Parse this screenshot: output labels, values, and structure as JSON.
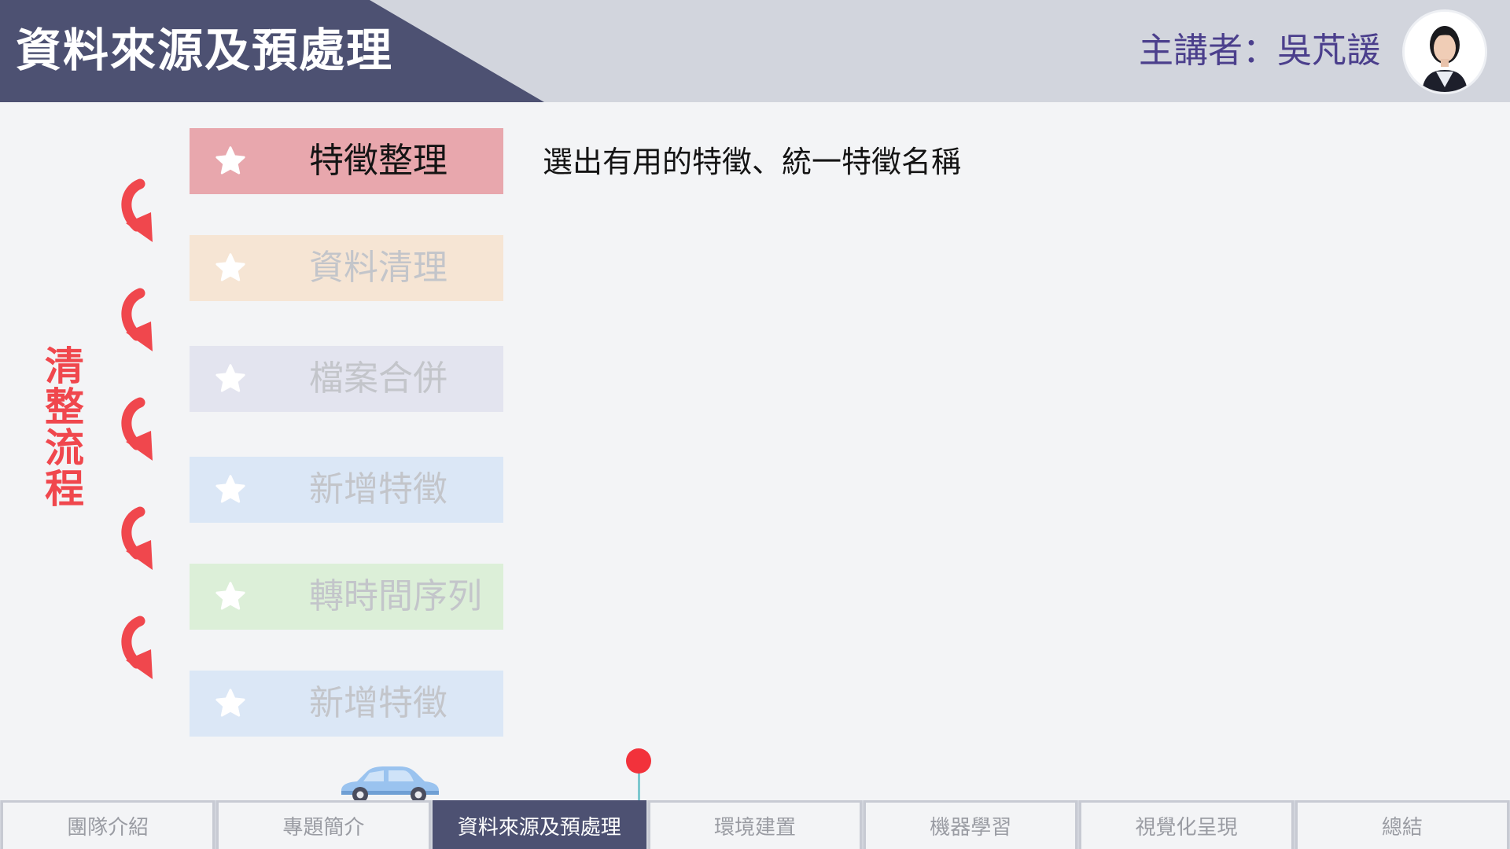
{
  "header": {
    "title": "資料來源及預處理",
    "presenter": "主講者：吳芃諼"
  },
  "side_label": "清\n整\n流\n程",
  "steps": [
    {
      "label": "特徵整理",
      "state": "active",
      "color": "#e8a7ad"
    },
    {
      "label": "資料清理",
      "state": "dim",
      "color": "#f6e5d4"
    },
    {
      "label": "檔案合併",
      "state": "dim",
      "color": "#e3e4ef"
    },
    {
      "label": "新增特徵",
      "state": "dim",
      "color": "#dbe7f6"
    },
    {
      "label": "轉時間序列",
      "state": "dim",
      "color": "#dcefd8"
    },
    {
      "label": "新增特徵",
      "state": "dim",
      "color": "#dbe7f6"
    }
  ],
  "description": "選出有用的特徵、統一特徵名稱",
  "colors": {
    "accent_red": "#f0474d",
    "nav_active": "#4d5172",
    "presenter_text": "#4b3f8c"
  },
  "icons": {
    "step_marker": "star-icon",
    "flow_arrow": "curved-arrow-icon",
    "progress_vehicle": "car-icon",
    "progress_marker": "map-pin-icon"
  },
  "nav": {
    "current_index": 2,
    "items": [
      "團隊介紹",
      "專題簡介",
      "資料來源及預處理",
      "環境建置",
      "機器學習",
      "視覺化呈現",
      "總結"
    ]
  }
}
